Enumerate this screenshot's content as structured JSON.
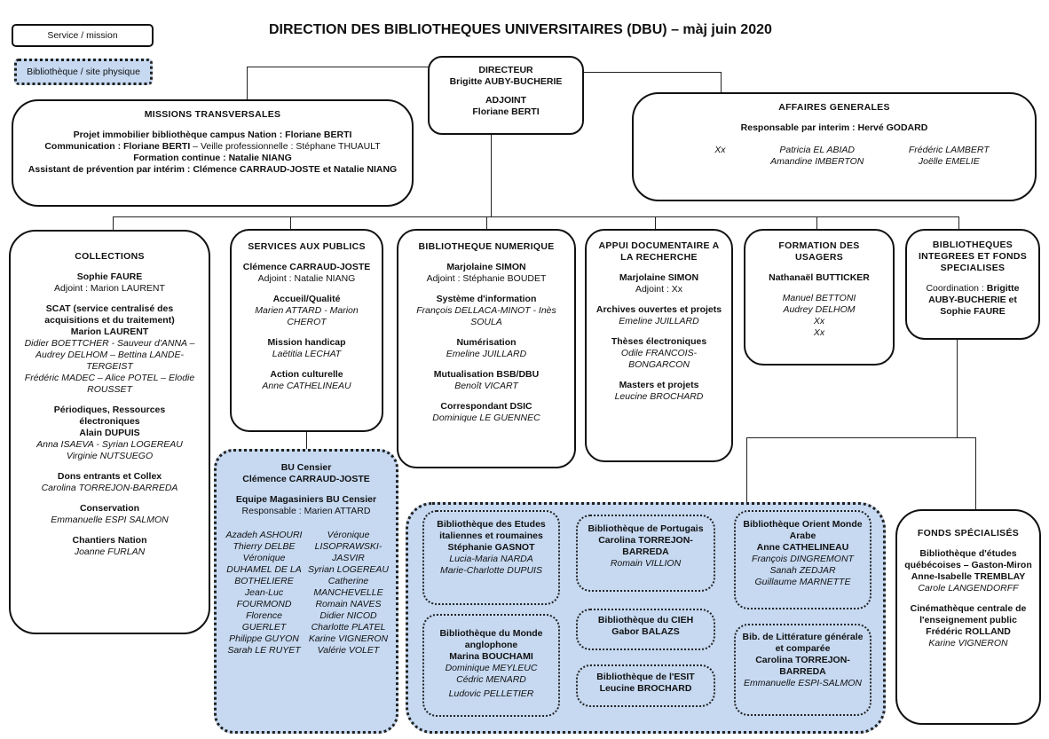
{
  "legend": {
    "service_label": "Service / mission",
    "library_label": "Bibliothèque / site physique"
  },
  "title": "DIRECTION DES BIBLIOTHEQUES UNIVERSITAIRES (DBU) – màj juin 2020",
  "colors": {
    "library_fill": "#c6d9f1",
    "border": "#111111"
  },
  "director": {
    "role": "DIRECTEUR",
    "name": "Brigitte AUBY-BUCHERIE",
    "deputy_role": "ADJOINT",
    "deputy_name": "Floriane BERTI"
  },
  "missions": {
    "title": "MISSIONS TRANSVERSALES",
    "lines": [
      {
        "label": "Projet immobilier bibliothèque campus Nation : ",
        "name": "Floriane BERTI"
      },
      {
        "label": "Communication : ",
        "name": "Floriane BERTI",
        "extra": " – Veille professionnelle : Stéphane THUAULT"
      },
      {
        "label": "Formation continue : ",
        "name": "Natalie NIANG"
      },
      {
        "label": "Assistant de prévention par intérim : ",
        "name": "Clémence CARRAUD-JOSTE et Natalie NIANG"
      }
    ]
  },
  "affaires": {
    "title": "AFFAIRES GENERALES",
    "responsable": "Responsable par interim : Hervé GODARD",
    "staff": [
      "Xx",
      "Patricia EL ABIAD",
      "Amandine IMBERTON",
      "Frédéric LAMBERT",
      "Joëlle EMELIE"
    ]
  },
  "collections": {
    "title": "COLLECTIONS",
    "head": "Sophie FAURE",
    "deputy": "Adjoint : Marion LAURENT",
    "scat_title": "SCAT (service centralisé des acquisitions et du traitement)",
    "scat_head": "Marion LAURENT",
    "scat_staff": "Didier BOETTCHER - Sauveur d'ANNA – Audrey DELHOM – Bettina LANDE-TERGEIST",
    "scat_staff2": "Frédéric MADEC – Alice POTEL – Elodie ROUSSET",
    "per_title": "Périodiques, Ressources électroniques",
    "per_head": "Alain DUPUIS",
    "per_staff": "Anna ISAEVA - Syrian LOGEREAU",
    "per_staff2": "Virginie NUTSUEGO",
    "dons_title": "Dons entrants et Collex",
    "dons_staff": "Carolina TORREJON-BARREDA",
    "cons_title": "Conservation",
    "cons_staff": "Emmanuelle ESPI SALMON",
    "chant_title": "Chantiers Nation",
    "chant_staff": "Joanne FURLAN"
  },
  "publics": {
    "title": "SERVICES AUX PUBLICS",
    "head": "Clémence CARRAUD-JOSTE",
    "deputy": "Adjoint : Natalie NIANG",
    "accueil_title": "Accueil/Qualité",
    "accueil_staff": "Marien ATTARD - Marion CHEROT",
    "handicap_title": "Mission handicap",
    "handicap_staff": "Laëtitia LECHAT",
    "culture_title": "Action culturelle",
    "culture_staff": "Anne CATHELINEAU"
  },
  "numerique": {
    "title": "BIBLIOTHEQUE NUMERIQUE",
    "head": "Marjolaine SIMON",
    "deputy": "Adjoint : Stéphanie BOUDET",
    "si_title": "Système d'information",
    "si_staff": "François DELLACA-MINOT - Inès SOULA",
    "num_title": "Numérisation",
    "num_staff": "Emeline JUILLARD",
    "mut_title": "Mutualisation BSB/DBU",
    "mut_staff": "Benoît VICART",
    "dsic_title": "Correspondant DSIC",
    "dsic_staff": "Dominique LE GUENNEC"
  },
  "appui": {
    "title": "APPUI DOCUMENTAIRE A LA RECHERCHE",
    "head": "Marjolaine SIMON",
    "deputy": "Adjoint : Xx",
    "arch_title": "Archives ouvertes et projets",
    "arch_staff": "Emeline JUILLARD",
    "theses_title": "Thèses électroniques",
    "theses_staff": "Odile FRANCOIS-BONGARCON",
    "masters_title": "Masters et projets",
    "masters_staff": "Leucine BROCHARD"
  },
  "formation": {
    "title": "FORMATION DES USAGERS",
    "head": "Nathanaël BUTTICKER",
    "staff": [
      "Manuel BETTONI",
      "Audrey DELHOM",
      "Xx",
      "Xx"
    ]
  },
  "integrees": {
    "title": "BIBLIOTHEQUES INTEGREES ET FONDS SPECIALISES",
    "coord_label": "Coordination : ",
    "coord_names": "Brigitte AUBY-BUCHERIE et Sophie FAURE"
  },
  "censier": {
    "title": "BU Censier",
    "head": "Clémence CARRAUD-JOSTE",
    "team_title": "Equipe Magasiniers BU Censier",
    "team_resp": "Responsable : Marien ATTARD",
    "col1": [
      "Azadeh ASHOURI",
      "Thierry DELBE",
      "Véronique DUHAMEL DE LA BOTHELIERE",
      "Jean-Luc FOURMOND",
      "Florence GUERLET",
      "Philippe GUYON",
      "Sarah LE RUYET"
    ],
    "col2": [
      "Véronique LISOPRAWSKI-JASVIR",
      "Syrian LOGEREAU",
      "Catherine MANCHEVELLE",
      "Romain NAVES",
      "Didier NICOD",
      "Charlotte PLATEL",
      "Karine VIGNERON",
      "Valérie VOLET"
    ]
  },
  "libraries": {
    "italiennes": {
      "title": "Bibliothèque des Etudes italiennes et roumaines",
      "head": "Stéphanie GASNOT",
      "staff": [
        "Lucia-Maria NARDA",
        "Marie-Charlotte DUPUIS"
      ]
    },
    "portugais": {
      "title": "Bibliothèque de Portugais",
      "head": "Carolina TORREJON-BARREDA",
      "staff": [
        "Romain VILLION"
      ]
    },
    "orient": {
      "title": "Bibliothèque Orient Monde Arabe",
      "head": "Anne CATHELINEAU",
      "staff": [
        "François DINGREMONT",
        "Sanah ZEDJAR",
        "Guillaume MARNETTE"
      ]
    },
    "anglophone": {
      "title": "Bibliothèque du Monde anglophone",
      "head": "Marina BOUCHAMI",
      "staff": [
        "Dominique MEYLEUC",
        "Cédric MENARD",
        "Ludovic PELLETIER"
      ]
    },
    "cieh": {
      "title": "Bibliothèque du CIEH",
      "head": "Gabor BALAZS"
    },
    "esit": {
      "title": "Bibliothèque de l'ESIT",
      "head": "Leucine BROCHARD"
    },
    "litterature": {
      "title": "Bib. de Littérature générale et comparée",
      "head": "Carolina TORREJON-BARREDA",
      "staff": [
        "Emmanuelle ESPI-SALMON"
      ]
    }
  },
  "fonds": {
    "title": "FONDS SPÉCIALISÉS",
    "quebec_title": "Bibliothèque d'études québécoises – Gaston-Miron",
    "quebec_head": "Anne-Isabelle TREMBLAY",
    "quebec_staff": "Carole LANGENDORFF",
    "cine_title": "Cinémathèque centrale de l'enseignement public",
    "cine_head": "Frédéric ROLLAND",
    "cine_staff": "Karine VIGNERON"
  }
}
